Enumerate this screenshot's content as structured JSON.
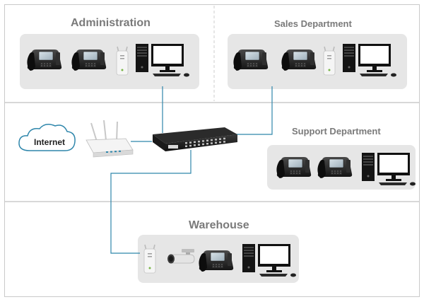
{
  "zones": {
    "administration": "Administration",
    "sales": "Sales Department",
    "support": "Support Department",
    "warehouse": "Warehouse"
  },
  "internet": {
    "label": "Internet"
  },
  "colors": {
    "link": "#2e86ab",
    "divider": "#cccccc",
    "panel": "#e6e6e6",
    "label": "#7a7a7a"
  }
}
